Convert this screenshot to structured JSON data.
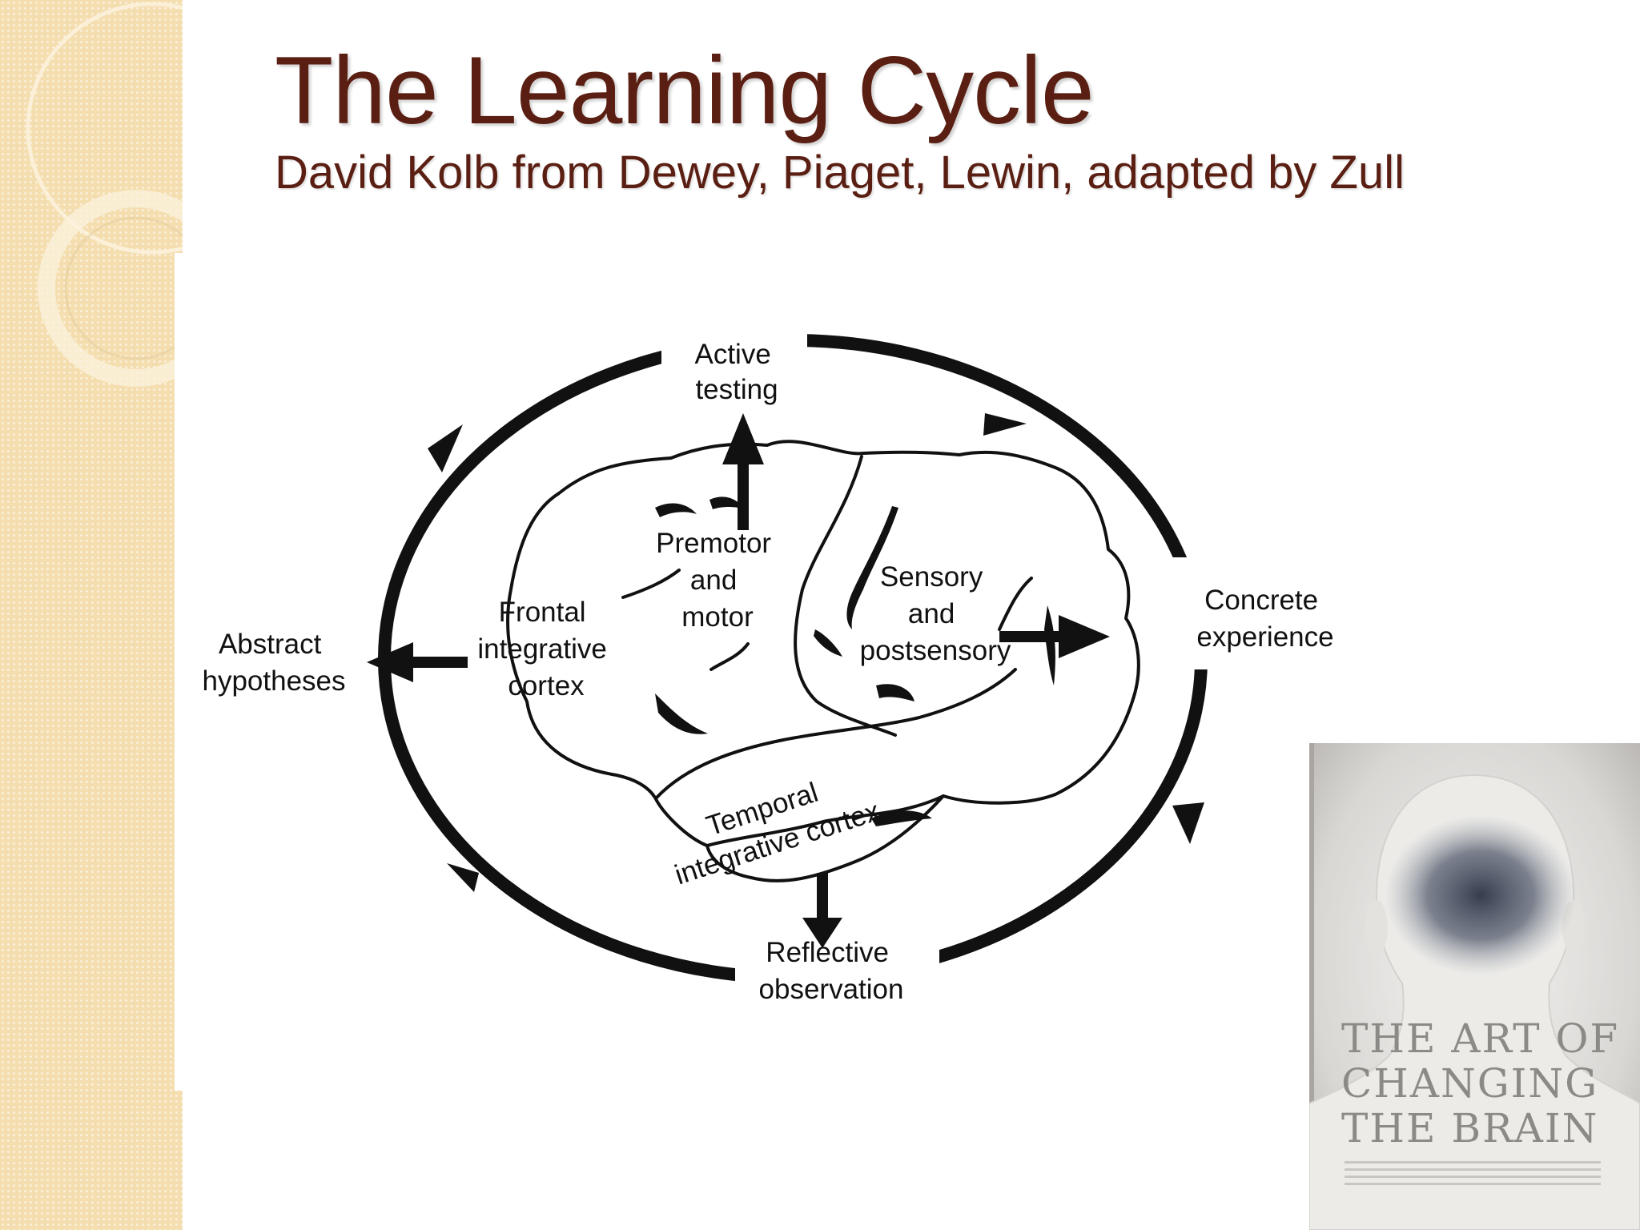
{
  "slide": {
    "title": "The Learning Cycle",
    "subtitle": "David Kolb from Dewey, Piaget, Lewin, adapted by Zull"
  },
  "diagram": {
    "cycle_labels": {
      "top": [
        "Active",
        "testing"
      ],
      "right": [
        "Concrete",
        "experience"
      ],
      "bottom": [
        "Reflective",
        "observation"
      ],
      "left": [
        "Abstract",
        "hypotheses"
      ]
    },
    "brain_regions": {
      "premotor": [
        "Premotor",
        "and",
        "motor"
      ],
      "frontal": [
        "Frontal",
        "integrative",
        "cortex"
      ],
      "sensory": [
        "Sensory",
        "and",
        "postsensory"
      ],
      "temporal": [
        "Temporal",
        "integrative cortex"
      ]
    }
  },
  "book": {
    "title_lines": [
      "THE ART OF",
      "CHANGING",
      "THE BRAIN"
    ]
  },
  "colors": {
    "title": "#5a1f12",
    "side_band": "#f4deb0",
    "diagram_ink": "#111111"
  }
}
